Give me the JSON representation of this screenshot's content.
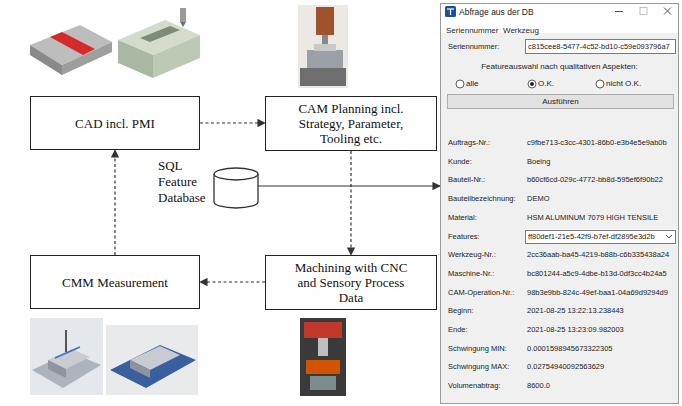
{
  "diagram": {
    "nodes": [
      {
        "text": [
          "CAD incl. PMI"
        ]
      },
      {
        "text": [
          "CAM Planning incl. Strategy, Parameter, Tooling etc."
        ]
      },
      {
        "text": [
          "SQL Feature Database"
        ]
      },
      {
        "text": [
          "CMM Measurement"
        ]
      },
      {
        "text": [
          "Machining with CNC and Sensory Process Data"
        ]
      },
      {
        "text": [
          "Abfrage aus der DB"
        ]
      },
      {
        "text": [
          "c815cee8-5477-4c52-bd10-c59e093796a7"
        ],
        "in": 5
      },
      {
        "text": [
          "Ausführen"
        ],
        "in": 5
      },
      {
        "text": [
          "ff80def1-21e5-42f9-b7ef-df2895e3d2b"
        ],
        "in": 5
      }
    ],
    "edges": [
      {
        "from": 0,
        "to": 1,
        "arrow": "to"
      },
      {
        "from": 1,
        "to": 4,
        "arrow": "to"
      },
      {
        "from": 4,
        "to": 3,
        "arrow": "to"
      },
      {
        "from": 3,
        "to": 0,
        "arrow": "to"
      },
      {
        "from": 2,
        "to": 5,
        "arrow": "to"
      }
    ],
    "labels": [
      "Seriennummer",
      "Werkzeug",
      "Seriennummer:",
      "Featureauswahl nach qualitativen Aspekten:",
      "alle",
      "O.K.",
      "nicht O.K.",
      "Auftrags-Nr.:",
      "c9fbe713-c3cc-4301-86b0-e3b4e5e9ab0b",
      "Kunde:",
      "Boeing",
      "Bauteil-Nr.:",
      "b60cf6cd-029c-4772-bb8d-595ef6f90b22",
      "Bauteilbezeichnung:",
      "DEMO",
      "Material:",
      "HSM ALUMINUM 7079 HIGH TENSILE",
      "Features:",
      "Werkzeug-Nr.:",
      "2cc36aab-ba45-4219-b88b-c6b335438a24",
      "Maschine-Nr.:",
      "bc801244-a5c9-4dbe-b13d-0df3cc4b24a5",
      "CAM-Operation-Nr.:",
      "98b3e9bb-824c-49ef-baa1-04a69d9294d9",
      "Beginn:",
      "2021-08-25 13:22:13.238443",
      "Ende:",
      "2021-08-25 13:23:09.982003",
      "Schwingung MIN:",
      "0.0001598945673322305",
      "Schwingung MAX:",
      "0.02754940092563629",
      "Volumenabtrag:",
      "8600.0"
    ]
  }
}
